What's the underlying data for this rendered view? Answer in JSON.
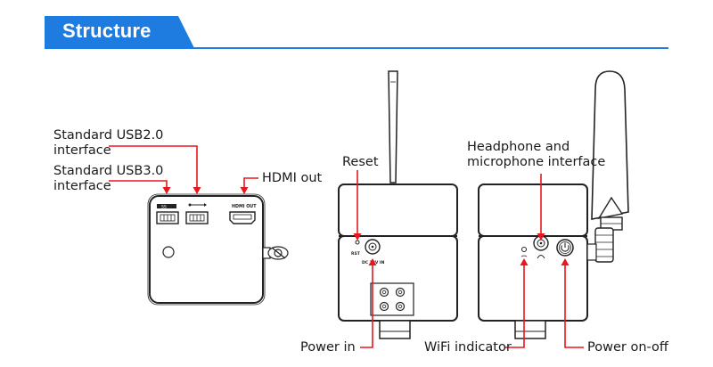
{
  "header": {
    "title": "Structure",
    "accent_color": "#1e7be0",
    "rule_color": "#1e7be0"
  },
  "callout_color": "#e8171d",
  "labels": {
    "usb2_line1": "Standard USB2.0",
    "usb2_line2": "interface",
    "usb3_line1": "Standard USB3.0",
    "usb3_line2": "interface",
    "hdmi_out": "HDMI out",
    "reset": "Reset",
    "headphone_line1": "Headphone and",
    "headphone_line2": "microphone interface",
    "power_in": "Power in",
    "wifi_indicator": "WiFi indicator",
    "power_on_off": "Power on-off"
  },
  "port_markings": {
    "usb3": "SS",
    "hdmi": "HDMI OUT",
    "reset": "RST",
    "dc": "DC 12V IN"
  }
}
